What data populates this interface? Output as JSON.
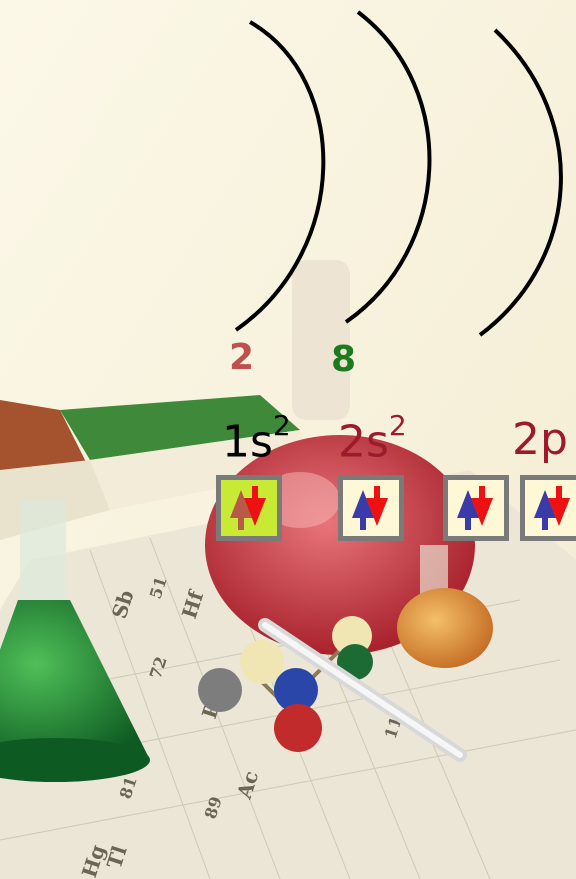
{
  "shells": [
    {
      "count": "2",
      "count_color": "#c0504d"
    },
    {
      "count": "8",
      "count_color": "#1e7a1e"
    },
    {
      "count": "",
      "count_color": "#000000"
    }
  ],
  "orbitals": [
    {
      "label": "1s",
      "superscript": "2",
      "label_color": "#000000"
    },
    {
      "label": "2s",
      "superscript": "2",
      "label_color": "#9c1b2a"
    },
    {
      "label": "2p",
      "superscript": "",
      "label_color": "#9c1b2a"
    }
  ],
  "colors": {
    "spin_up": "#3a3aa8",
    "spin_down": "#ee1111",
    "first_cell_bg": "#c9ea34",
    "cell_bg": "#fff8d6",
    "cell_border": "#7a7a7a"
  }
}
